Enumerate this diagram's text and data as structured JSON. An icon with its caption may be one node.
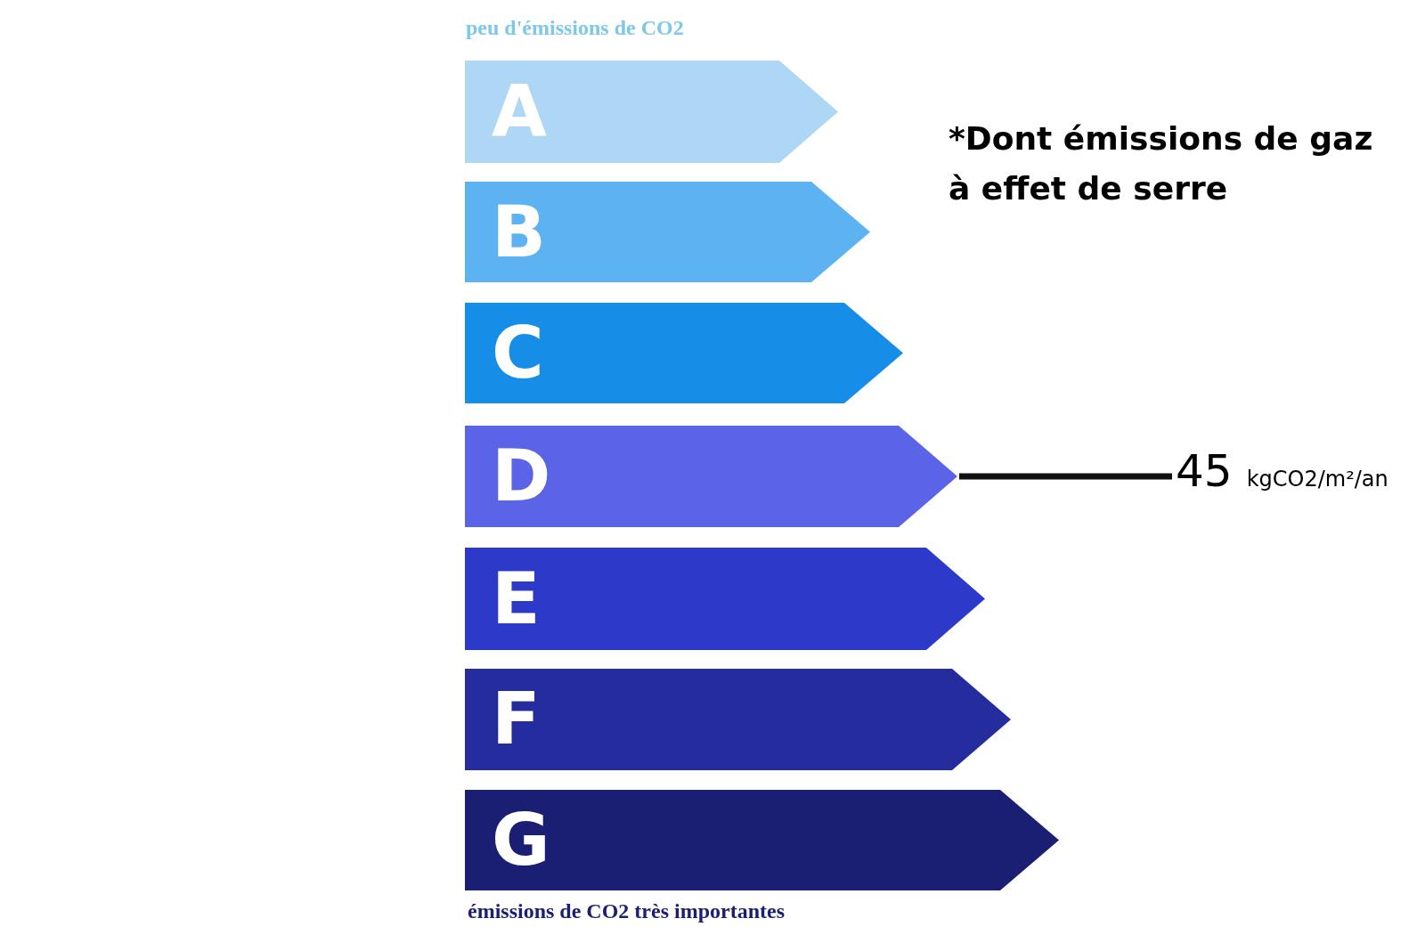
{
  "diagram": {
    "nodes": [
      {
        "text": [
          "A"
        ]
      },
      {
        "text": [
          "B"
        ]
      },
      {
        "text": [
          "C"
        ]
      },
      {
        "text": [
          "D"
        ]
      },
      {
        "text": [
          "E"
        ]
      },
      {
        "text": [
          "F"
        ]
      },
      {
        "text": [
          "G"
        ]
      },
      {
        "text": [
          "45",
          "kgCO2/m²/an"
        ]
      }
    ],
    "edges": [
      {
        "from": 7,
        "to": 3,
        "arrow": "none"
      }
    ],
    "labels": [
      "peu d'émissions de CO2",
      "*Dont émissions de gaz à effet de serre",
      "émissions de CO2 très importantes"
    ]
  }
}
